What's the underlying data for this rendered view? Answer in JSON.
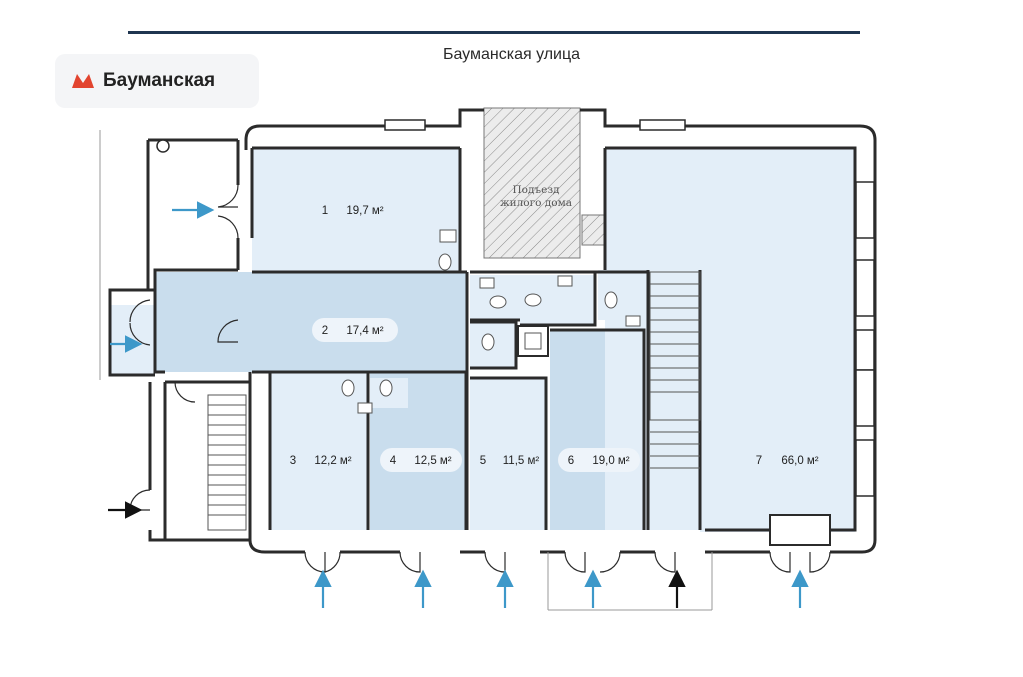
{
  "street": {
    "name": "Бауманская улица"
  },
  "metro": {
    "station": "Бауманская",
    "color": "#e2442f"
  },
  "entrance": {
    "line1": "Подъезд",
    "line2": "жилого дома"
  },
  "rooms": [
    {
      "number": "1",
      "area": "19,7 м²",
      "highlight": false
    },
    {
      "number": "2",
      "area": "17,4 м²",
      "highlight": true
    },
    {
      "number": "3",
      "area": "12,2 м²",
      "highlight": false
    },
    {
      "number": "4",
      "area": "12,5 м²",
      "highlight": true
    },
    {
      "number": "5",
      "area": "11,5 м²",
      "highlight": false
    },
    {
      "number": "6",
      "area": "19,0 м²",
      "highlight": true
    },
    {
      "number": "7",
      "area": "66,0 м²",
      "highlight": false
    }
  ],
  "colors": {
    "wall": "#2b2b2b",
    "room_fill": "#dce9f5",
    "highlight_fill": "#c9dded",
    "arrow_blue": "#3d98c9",
    "arrow_black": "#111111",
    "street_line": "#1f3550"
  },
  "icons": [
    "metro-icon",
    "entry-arrow-icon",
    "door-icon",
    "stairs-icon",
    "toilet-icon",
    "sink-icon"
  ]
}
